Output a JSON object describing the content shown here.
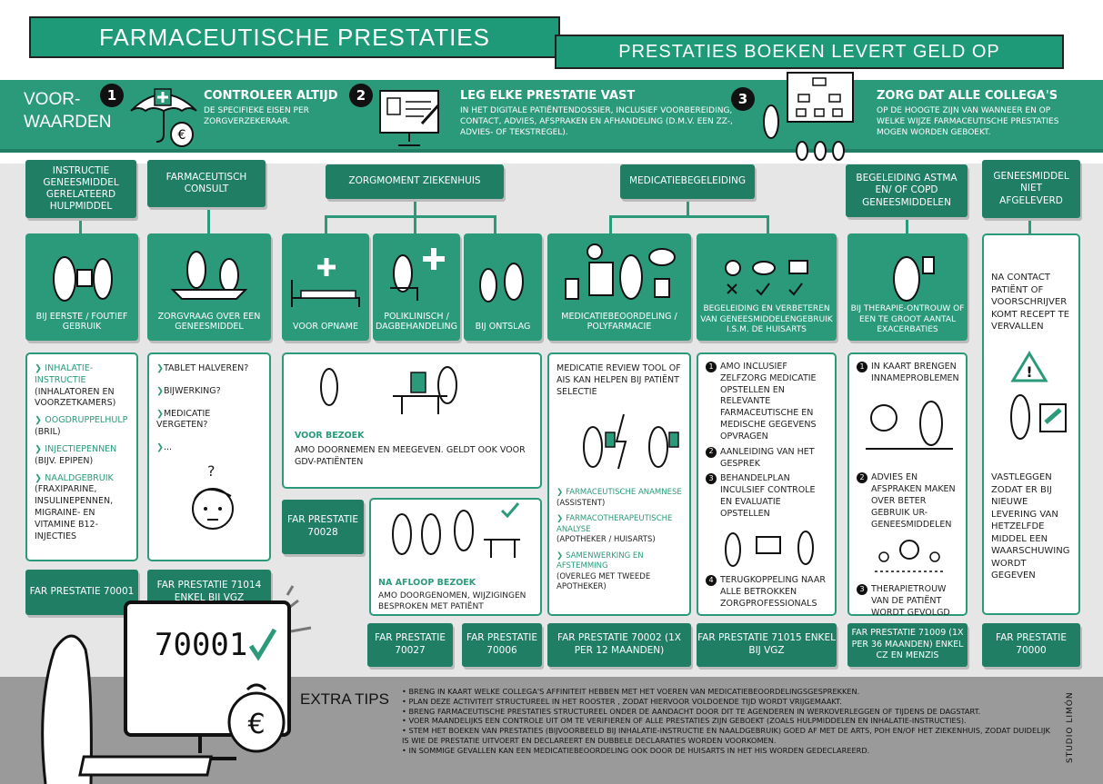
{
  "banner": {
    "title": "FARMACEUTISCHE PRESTATIES",
    "subtitle": "PRESTATIES BOEKEN LEVERT GELD OP"
  },
  "voorwaarden": {
    "label": "VOOR-\nWAARDEN",
    "items": [
      {
        "num": "1",
        "title": "CONTROLEER ALTIJD",
        "text": "DE SPECIFIEKE EISEN PER ZORGVERZEKERAAR."
      },
      {
        "num": "2",
        "title": "LEG ELKE PRESTATIE VAST",
        "text": "IN HET DIGITALE PATIËNTENDOSSIER, INCLUSIEF VOORBEREIDING, CONTACT, ADVIES, AFSPRAKEN EN AFHANDELING (D.M.V. EEN ZZ-, ADVIES- OF TEKSTREGEL)."
      },
      {
        "num": "3",
        "title": "ZORG DAT ALLE COLLEGA'S",
        "text": "OP DE HOOGTE ZIJN VAN WANNEER EN OP WELKE WIJZE FARMACEUTISCHE PRESTATIES MOGEN WORDEN GEBOEKT."
      }
    ]
  },
  "categories": {
    "c1": "INSTRUCTIE GENEESMIDDEL GERELATEERD HULPMIDDEL",
    "c2": "FARMACEUTISCH CONSULT",
    "c3": "ZORGMOMENT ZIEKENHUIS",
    "c4": "MEDICATIEBEGELEIDING",
    "c5": "BEGELEIDING ASTMA EN/ OF COPD GENEESMIDDELEN",
    "c6": "GENEESMIDDEL NIET AFGELEVERD"
  },
  "illustrations": {
    "i1": "BIJ EERSTE / FOUTIEF GEBRUIK",
    "i2": "ZORGVRAAG OVER EEN GENEESMIDDEL",
    "i3a": "VOOR OPNAME",
    "i3b": "POLIKLINISCH / DAGBEHANDELING",
    "i3c": "BIJ ONTSLAG",
    "i4a": "MEDICATIEBEOORDELING / POLYFARMACIE",
    "i4b": "BEGELEIDING EN VERBETEREN VAN GENEESMIDDELENGEBRUIK I.S.M. DE HUISARTS",
    "i5": "BIJ THERAPIE-ONTROUW OF EEN TE GROOT AANTAL EXACERBATIES"
  },
  "card1": [
    {
      "title": "INHALATIE-INSTRUCTIE",
      "sub": "(INHALATOREN EN VOORZETKAMERS)"
    },
    {
      "title": "OOGDRUPPELHULP",
      "sub": "(BRIL)"
    },
    {
      "title": "INJECTIEPENNEN",
      "sub": "(BIJV. EPIPEN)"
    },
    {
      "title": "NAALDGEBRUIK",
      "sub": "(FRAXIPARINE, INSULINEPENNEN, MIGRAINE- EN VITAMINE B12-INJECTIES"
    }
  ],
  "card2": [
    "TABLET HALVEREN?",
    "BIJWERKING?",
    "MEDICATIE VERGETEN?",
    "..."
  ],
  "card2_mark": "?",
  "card3a": {
    "title": "VOOR BEZOEK",
    "text": "AMO DOORNEMEN EN MEEGEVEN. GELDT OOK VOOR GDV-PATIËNTEN"
  },
  "card3b": {
    "title": "NA AFLOOP BEZOEK",
    "text": "AMO DOORGENOMEN, WIJZIGINGEN BESPROKEN MET PATIËNT"
  },
  "card4a": {
    "intro": "MEDICATIE REVIEW TOOL OF AIS KAN HELPEN BIJ PATIËNT SELECTIE",
    "items": [
      {
        "title": "FARMACEUTISCHE ANAMNESE",
        "sub": "(ASSISTENT)"
      },
      {
        "title": "FARMACOTHERAPEUTISCHE ANALYSE",
        "sub": "(APOTHEKER / HUISARTS)"
      },
      {
        "title": "SAMENWERKING EN AFSTEMMING",
        "sub": "(OVERLEG MET TWEEDE APOTHEKER)"
      }
    ]
  },
  "card4b": [
    {
      "num": "1",
      "text": "AMO INCLUSIEF ZELFZORG MEDICATIE OPSTELLEN EN RELEVANTE FARMACEUTISCHE EN MEDISCHE GEGEVENS OPVRAGEN"
    },
    {
      "num": "2",
      "text": "AANLEIDING VAN HET GESPREK"
    },
    {
      "num": "3",
      "text": "BEHANDELPLAN INCULSIEF CONTROLE EN EVALUATIE OPSTELLEN"
    },
    {
      "num": "4",
      "text": "TERUGKOPPELING NAAR ALLE BETROKKEN ZORGPROFESSIONALS"
    }
  ],
  "card5": [
    {
      "num": "1",
      "text": "IN KAART BRENGEN INNAMEPROBLEMEN"
    },
    {
      "num": "2",
      "text": "ADVIES EN AFSPRAKEN MAKEN OVER BETER GEBRUIK UR-GENEESMIDDELEN"
    },
    {
      "num": "3",
      "text": "THERAPIETROUW VAN DE PATIËNT WORDT GEVOLGD"
    }
  ],
  "card6": {
    "top": "NA CONTACT PATIËNT OF VOORSCHRIJVER KOMT RECEPT TE VERVALLEN",
    "bottom": "VASTLEGGEN ZODAT ER BIJ NIEUWE LEVERING VAN HETZELFDE MIDDEL EEN WAARSCHUWING WORDT GEGEVEN"
  },
  "far": {
    "f1": "FAR PRESTATIE 70001",
    "f2": "FAR PRESTATIE 71014 ENKEL BIJ VGZ",
    "f3a": "FAR PRESTATIE 70028",
    "f3b": "FAR PRESTATIE 70027",
    "f3c": "FAR PRESTATIE 70006",
    "f4a": "FAR PRESTATIE 70002 (1X PER 12 MAANDEN)",
    "f4b": "FAR PRESTATIE 71015 ENKEL BIJ VGZ",
    "f5": "FAR PRESTATIE 71009 (1X PER 36 MAANDEN) ENKEL CZ EN MENZIS",
    "f6": "FAR PRESTATIE 70000"
  },
  "screen_code": "70001",
  "money_symbol": "€",
  "extra_tips": {
    "label": "EXTRA TIPS",
    "items": [
      "BRENG IN KAART WELKE COLLEGA'S AFFINITEIT HEBBEN MET HET VOEREN VAN MEDICATIEBEOORDELINGSGESPREKKEN.",
      "PLAN DEZE ACTIVITEIT STRUCTUREEL IN HET ROOSTER , ZODAT HIERVOOR VOLDOENDE TIJD WORDT VRIJGEMAAKT.",
      "BRENG FARMACEUTISCHE PRESTATIES STRUCTUREEL ONDER DE AANDACHT DOOR DIT TE AGENDEREN IN WERKOVERLEGGEN OF TIJDENS DE DAGSTART.",
      "VOER MAANDELIJKS EEN CONTROLE UIT OM TE VERIFIEREN OF ALLE PRESTATIES ZIJN GEBOEKT (ZOALS HULPMIDDELEN EN INHALATIE-INSTRUCTIES).",
      "STEM HET BOEKEN VAN PRESTATIES (BIJVOORBEELD BIJ INHALATIE-INSTRUCTIE EN NAALDGEBRUIK) GOED AF MET DE ARTS, POH EN/OF HET ZIEKENHUIS, ZODAT DUIDELIJK IS WIE DE PRESTATIE UITVOERT EN DECLAREERT EN DUBBELE DECLARATIES WORDEN VOORKOMEN.",
      "IN SOMMIGE GEVALLEN KAN EEN MEDICATIEBEOORDELING OOK DOOR DE HUISARTS IN HET HIS WORDEN GEDECLAREERD."
    ]
  },
  "credit": "STUDIO LIMÓN",
  "colors": {
    "teal": "#2a9a7a",
    "dark_teal": "#1f7e64",
    "grey": "#e6e6e6",
    "tips_grey": "#9a9a9a"
  }
}
